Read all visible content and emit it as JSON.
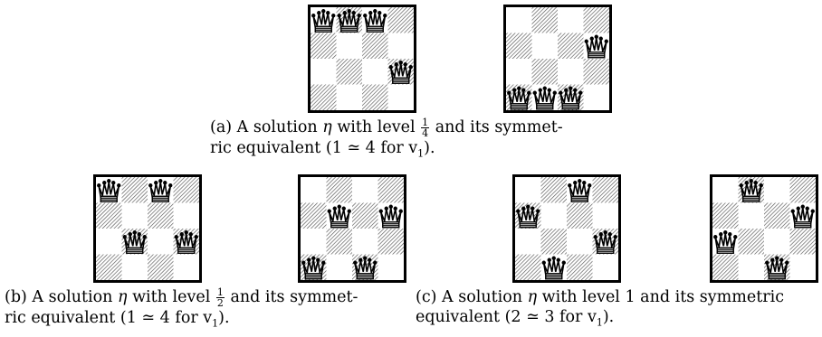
{
  "diagrams": [
    {
      "id": "a1",
      "queens": [
        [
          0,
          0
        ],
        [
          0,
          1
        ],
        [
          0,
          2
        ],
        [
          2,
          3
        ]
      ]
    },
    {
      "id": "a2",
      "queens": [
        [
          1,
          3
        ],
        [
          3,
          0
        ],
        [
          3,
          1
        ],
        [
          3,
          2
        ]
      ]
    },
    {
      "id": "b1",
      "queens": [
        [
          0,
          0
        ],
        [
          0,
          2
        ],
        [
          2,
          1
        ],
        [
          2,
          3
        ]
      ]
    },
    {
      "id": "b2",
      "queens": [
        [
          1,
          1
        ],
        [
          1,
          3
        ],
        [
          3,
          0
        ],
        [
          3,
          2
        ]
      ]
    },
    {
      "id": "c1",
      "queens": [
        [
          0,
          2
        ],
        [
          1,
          0
        ],
        [
          2,
          3
        ],
        [
          3,
          1
        ]
      ]
    },
    {
      "id": "c2",
      "queens": [
        [
          0,
          1
        ],
        [
          1,
          3
        ],
        [
          2,
          0
        ],
        [
          3,
          2
        ]
      ]
    }
  ],
  "captions": {
    "a": {
      "line1_pre": "(a) A solution ",
      "eta": "η",
      "line1_mid": " with level ",
      "frac_num": "1",
      "frac_den": "4",
      "line1_post": " and its symmet-",
      "line2": "ric equivalent (1 ≃ 4 for v",
      "sub": "1",
      "line2_end": ")."
    },
    "b": {
      "line1_pre": "(b) A solution ",
      "eta": "η",
      "line1_mid": " with level ",
      "frac_num": "1",
      "frac_den": "2",
      "line1_post": " and its symmet-",
      "line2": "ric equivalent (1 ≃ 4 for v",
      "sub": "1",
      "line2_end": ")."
    },
    "c": {
      "line1_pre": "(c) A solution ",
      "eta": "η",
      "line1_post": " with level 1 and its symmetric",
      "line2": "equivalent (2 ≃ 3 for v",
      "sub": "1",
      "line2_end": ")."
    }
  }
}
